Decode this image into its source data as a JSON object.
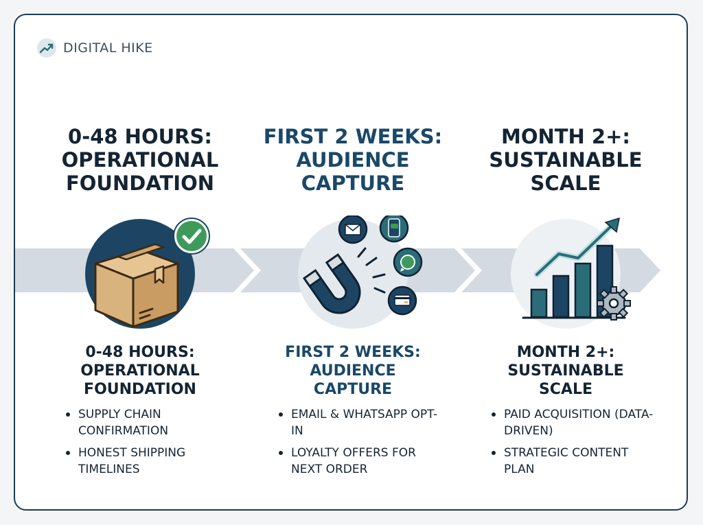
{
  "brand": {
    "name": "DIGITAL HIKE",
    "icon": "trend-up-icon"
  },
  "phases": [
    {
      "heading": [
        "0-48 HOURS:",
        "OPERATIONAL",
        "FOUNDATION"
      ],
      "subheading": [
        "0-48 HOURS:",
        "OPERATIONAL",
        "FOUNDATION"
      ],
      "icon": "package-check-icon",
      "bullets": [
        "SUPPLY CHAIN CONFIRMATION",
        "HONEST SHIPPING TIMELINES"
      ]
    },
    {
      "heading": [
        "FIRST 2 WEEKS:",
        "AUDIENCE",
        "CAPTURE"
      ],
      "subheading": [
        "FIRST 2 WEEKS:",
        "AUDIENCE",
        "CAPTURE"
      ],
      "icon": "magnet-channels-icon",
      "bullets": [
        "EMAIL & WHATSAPP OPT-IN",
        "LOYALTY OFFERS FOR NEXT ORDER"
      ]
    },
    {
      "heading": [
        "MONTH 2+:",
        "SUSTAINABLE",
        "SCALE"
      ],
      "subheading": [
        "MONTH 2+:",
        "SUSTAINABLE",
        "SCALE"
      ],
      "icon": "growth-chart-gear-icon",
      "bullets": [
        "PAID ACQUISITION (DATA-DRIVEN)",
        "STRATEGIC CONTENT PLAN"
      ]
    }
  ],
  "colors": {
    "navy": "#142433",
    "blue": "#1a4868",
    "teal": "#2a6d78",
    "arrow": "#d3dae2",
    "box": "#d9b37e",
    "check": "#3e9a5a"
  }
}
